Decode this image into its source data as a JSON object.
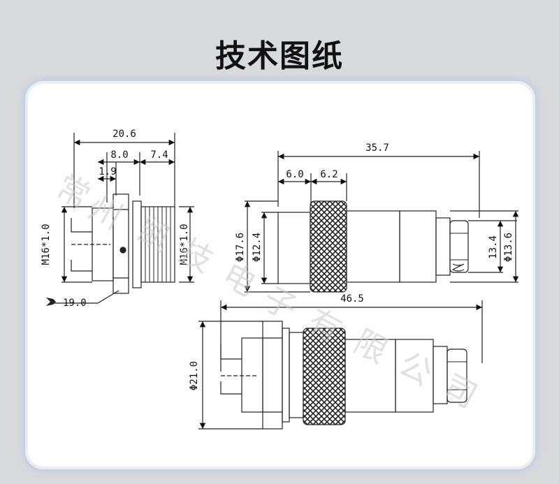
{
  "page": {
    "title": "技术图纸"
  },
  "watermark": [
    "常",
    "州",
    "凯",
    "技",
    "电",
    "子",
    "有",
    "限",
    "公",
    "司"
  ],
  "panel_mount_view": {
    "overall_length": "20.6",
    "segment_a": "8.0",
    "segment_b": "7.4",
    "segment_c": "1.9",
    "thread_left": "M16*1.0",
    "thread_right": "M16*1.0",
    "wrench_size": "19.0"
  },
  "plug_view": {
    "overall_length": "35.7",
    "segment_a": "6.0",
    "segment_b": "6.2",
    "diameter_outer": "Φ17.6",
    "diameter_inner": "Φ12.4",
    "height_tail": "13.4",
    "diameter_tail": "Φ13.6"
  },
  "assembled_view": {
    "overall_length": "46.5",
    "diameter": "Φ21.0"
  }
}
